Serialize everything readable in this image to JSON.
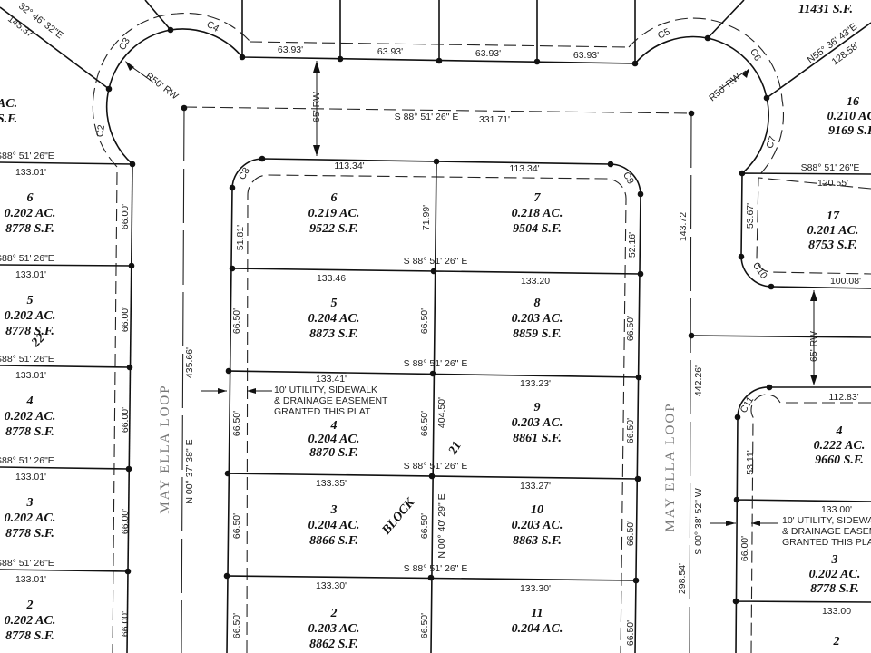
{
  "street": {
    "name": "MAY ELLA LOOP",
    "row_width": "65' RW",
    "cul_de_sac_radius": "R50' RW"
  },
  "block_label": {
    "word": "BLOCK",
    "number": "21",
    "west_block_number": "22"
  },
  "easement_note": [
    "10' UTILITY, SIDEWALK",
    "& DRAINAGE EASEMENT",
    "GRANTED THIS PLAT"
  ],
  "easement_note_partial": [
    "10' UTILITY, SIDEWA",
    "& DRAINAGE EASEM",
    "GRANTED THIS PLA"
  ],
  "curves": [
    "C2",
    "C3",
    "C4",
    "C5",
    "C6",
    "C7",
    "C8",
    "C9",
    "C10",
    "C11"
  ],
  "bearings": {
    "lot_line": "S 88° 51' 26\" E",
    "lot_line_compact": "S88° 51' 26\"E",
    "row_north": "S 88° 51' 26\" E",
    "west_row": "N 00° 37' 38\" E",
    "east_row": "S 00° 38' 52\" W",
    "center": "N 00° 40' 29\" E",
    "nw_line": "32° 46' 32\"E",
    "ne_line": "N55° 36' 43\"E"
  },
  "distances": {
    "top_lots": "63.93'",
    "row_north": "331.71'",
    "nw_line": "145.37'",
    "ne_line": "128.58'",
    "west_row": "435.66'",
    "east_row_upper": "143.72",
    "east_row_mid": "442.26'",
    "east_row_lower": "298.54'",
    "center": "404.50'",
    "left_lot_depth": "133.01'",
    "left_lot_width": "66.00'",
    "block21_top_west": "113.34'",
    "block21_top_east": "113.34'",
    "lot6_depth": "71.99'",
    "lot6_side": "51.81'",
    "lot7_side": "52.16'",
    "lot_width": "66.50'",
    "d_133_46": "133.46",
    "d_133_20": "133.20",
    "d_133_41": "133.41'",
    "d_133_23": "133.23'",
    "d_133_35": "133.35'",
    "d_133_27": "133.27'",
    "d_133_30": "133.30'",
    "lot17_top": "120.55'",
    "lot17_side": "53.67'",
    "lot17_bottom": "100.08'",
    "r_lot4_top": "112.83'",
    "r_lot4_side": "53.11'",
    "r_lot3_top": "133.00'",
    "r_lot3_side": "66.00'",
    "r_lot2_top": "133.00"
  },
  "lots": {
    "top_right_partial": {
      "sqft": "11431 S.F."
    },
    "left_partial": {
      "acres": "AC.",
      "sqft": "S.F."
    },
    "left": [
      {
        "number": "6",
        "acres": "0.202 AC.",
        "sqft": "8778 S.F."
      },
      {
        "number": "5",
        "acres": "0.202 AC.",
        "sqft": "8778 S.F."
      },
      {
        "number": "4",
        "acres": "0.202 AC.",
        "sqft": "8778 S.F."
      },
      {
        "number": "3",
        "acres": "0.202 AC.",
        "sqft": "8778 S.F."
      },
      {
        "number": "2",
        "acres": "0.202 AC.",
        "sqft": "8778 S.F."
      }
    ],
    "block21_west": [
      {
        "number": "6",
        "acres": "0.219 AC.",
        "sqft": "9522 S.F."
      },
      {
        "number": "5",
        "acres": "0.204 AC.",
        "sqft": "8873 S.F."
      },
      {
        "number": "4",
        "acres": "0.204 AC.",
        "sqft": "8870 S.F."
      },
      {
        "number": "3",
        "acres": "0.204 AC.",
        "sqft": "8866 S.F."
      },
      {
        "number": "2",
        "acres": "0.203 AC.",
        "sqft": "8862 S.F."
      }
    ],
    "block21_east": [
      {
        "number": "7",
        "acres": "0.218 AC.",
        "sqft": "9504 S.F."
      },
      {
        "number": "8",
        "acres": "0.203 AC.",
        "sqft": "8859 S.F."
      },
      {
        "number": "9",
        "acres": "0.203 AC.",
        "sqft": "8861 S.F."
      },
      {
        "number": "10",
        "acres": "0.203 AC.",
        "sqft": "8863 S.F."
      },
      {
        "number": "11",
        "acres": "0.204 AC."
      }
    ],
    "right": [
      {
        "number": "16",
        "acres": "0.210 AC.",
        "sqft": "9169 S.F."
      },
      {
        "number": "17",
        "acres": "0.201 AC.",
        "sqft": "8753 S.F."
      },
      {
        "number": "4",
        "acres": "0.222 AC.",
        "sqft": "9660 S.F."
      },
      {
        "number": "3",
        "acres": "0.202 AC.",
        "sqft": "8778 S.F."
      },
      {
        "number": "2"
      }
    ]
  }
}
